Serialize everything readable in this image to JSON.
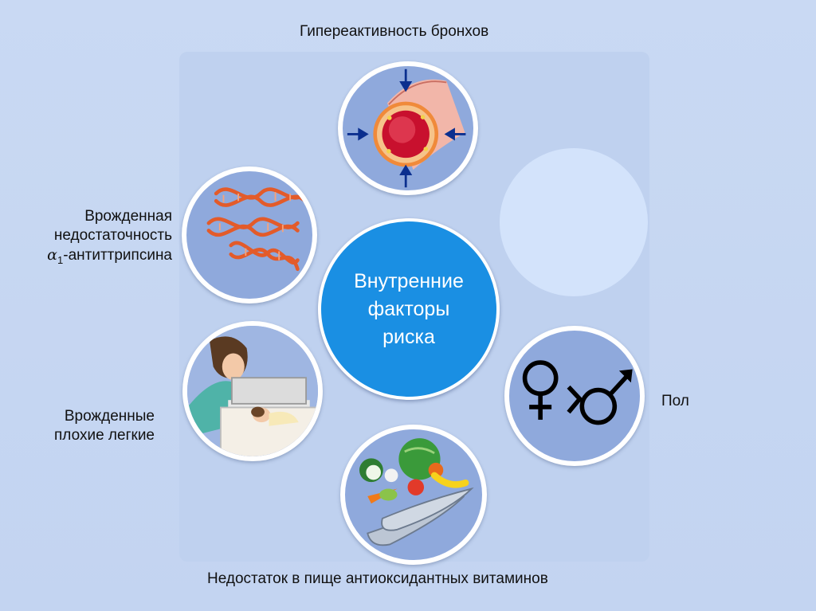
{
  "center": {
    "lines": [
      "Внутренние",
      "факторы",
      "риска"
    ]
  },
  "factors": {
    "bronchi": {
      "label": "Гипереактивность бронхов",
      "icon": "bronchus-constriction-icon"
    },
    "alpha1": {
      "line1": "Врожденная",
      "line2": "недостаточность",
      "alpha": "α",
      "sub": "1",
      "rest": "-антиттрипсина",
      "icon": "dna-helix-icon"
    },
    "lungs": {
      "line1": "Врожденные",
      "line2": "плохие легкие",
      "icon": "mother-infant-icon"
    },
    "sex": {
      "label": "Пол",
      "icon": "female-greater-than-male-icon"
    },
    "diet": {
      "label": "Недостаток в пище антиоксидантных витаминов",
      "icon": "food-vegetables-fish-icon"
    }
  },
  "colors": {
    "center_fill": "#1a8fe3",
    "circle_fill": "#8fa9dc",
    "circle_border": "#ffffff",
    "background": "#c9d9f3"
  }
}
